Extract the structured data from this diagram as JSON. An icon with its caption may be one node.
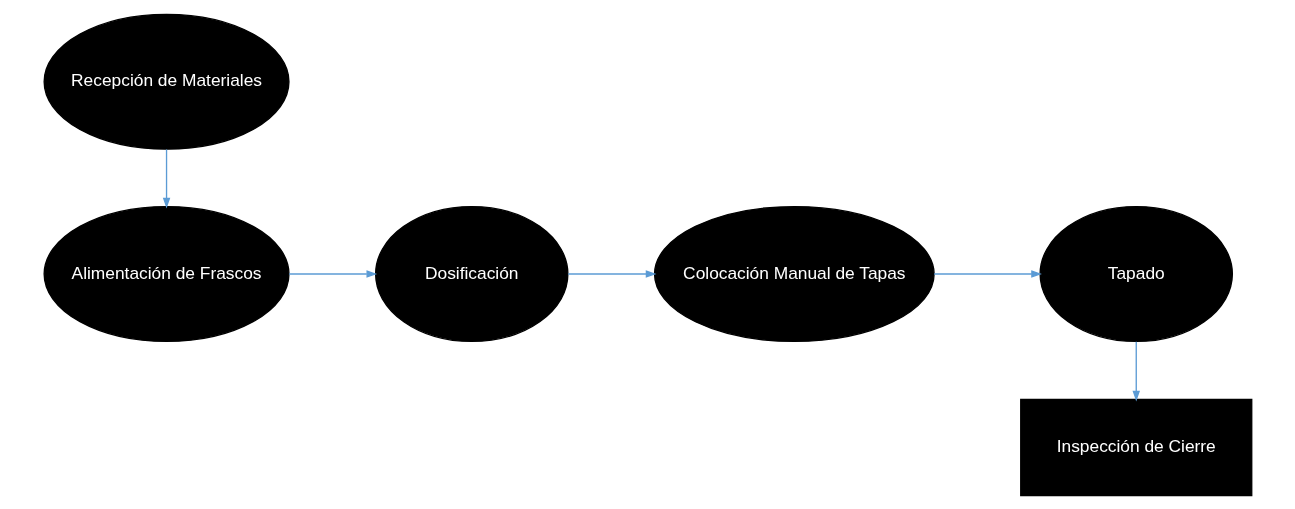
{
  "diagram": {
    "nodes": [
      {
        "text": [
          "Recepción de Materiales"
        ]
      },
      {
        "text": [
          "Alimentación de Frascos"
        ]
      },
      {
        "text": [
          "Dosificación"
        ]
      },
      {
        "text": [
          "Colocación Manual de Tapas"
        ]
      },
      {
        "text": [
          "Tapado"
        ]
      },
      {
        "text": [
          "Inspección de Cierre"
        ]
      }
    ],
    "edges": [
      {
        "from": 0,
        "to": 1,
        "arrow": "to"
      },
      {
        "from": 1,
        "to": 2,
        "arrow": "to"
      },
      {
        "from": 2,
        "to": 3,
        "arrow": "to"
      },
      {
        "from": 3,
        "to": 4,
        "arrow": "to"
      },
      {
        "from": 4,
        "to": 5,
        "arrow": "to"
      }
    ]
  }
}
